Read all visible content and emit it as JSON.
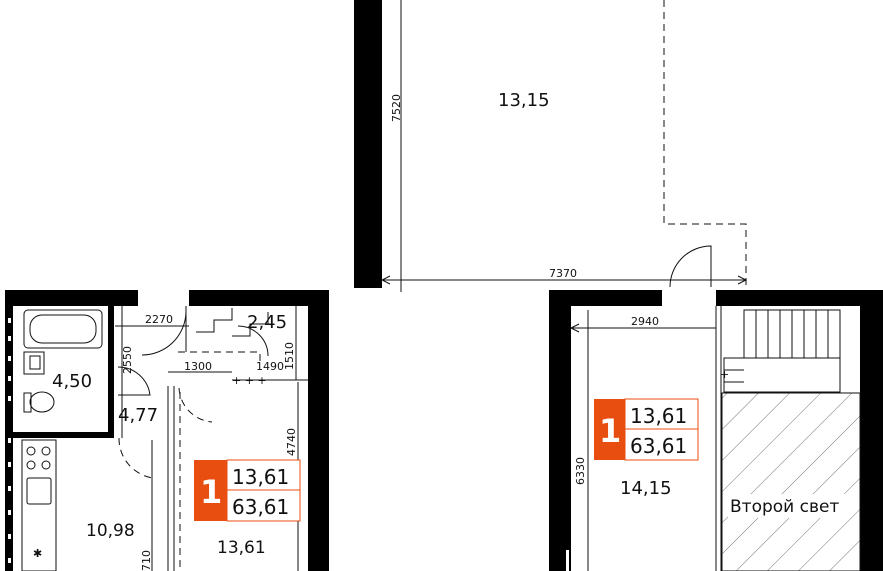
{
  "level1": {
    "rooms": {
      "bathroom": "4,50",
      "hall": "4,77",
      "stair": "2,45",
      "kitchen": "10,98",
      "living": "13,61"
    },
    "dims": {
      "d2270": "2270",
      "d2550": "2550",
      "d1300": "1300",
      "d1490": "1490",
      "d1510": "1510",
      "d4740": "4740",
      "d710": "710"
    },
    "badge": {
      "number": "1",
      "top": "13,61",
      "bottom": "63,61"
    }
  },
  "level2": {
    "rooms": {
      "upper": "13,15",
      "bedroom": "14,15",
      "void": "Второй свет"
    },
    "dims": {
      "d7520": "7520",
      "d7370": "7370",
      "d2940": "2940",
      "d6330": "6330"
    },
    "badge": {
      "number": "1",
      "top": "13,61",
      "bottom": "63,61"
    }
  },
  "colors": {
    "wall": "#000000",
    "badge": "#e84e0f",
    "badge_border": "#e84e0f"
  }
}
